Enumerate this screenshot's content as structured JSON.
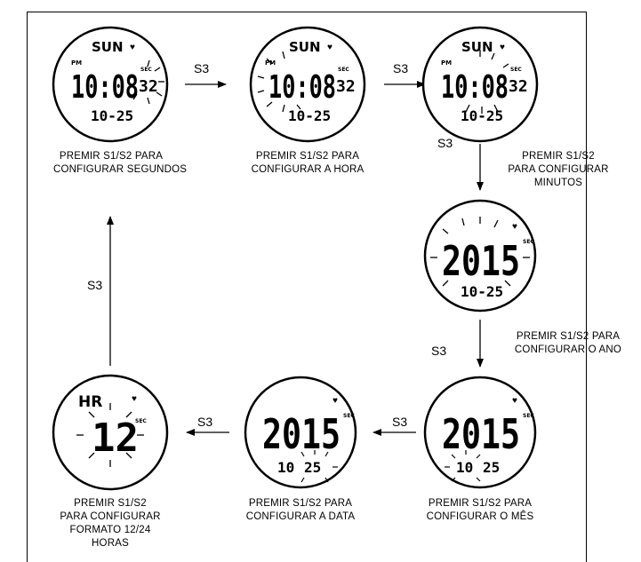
{
  "labels": {
    "s3": "S3"
  },
  "watches": {
    "w1": {
      "day": "SUN",
      "ampm": "PM",
      "time": "10:08",
      "sec_label": "SEC",
      "seconds": "32",
      "date": "10-25"
    },
    "w2": {
      "day": "SUN",
      "ampm": "PM",
      "time": "10:08",
      "sec_label": "SEC",
      "seconds": "32",
      "date": "10-25"
    },
    "w3": {
      "day": "SUN",
      "ampm": "PM",
      "time": "10:08",
      "sec_label": "SEC",
      "seconds": "32",
      "date": "10-25"
    },
    "w4": {
      "year": "2015",
      "sec_label": "SEC",
      "date": "10-25"
    },
    "w5": {
      "year": "2015",
      "sec_label": "SEC",
      "month": "10",
      "day_num": "25"
    },
    "w6": {
      "year": "2015",
      "sec_label": "SEC",
      "month": "10",
      "day_num": "25"
    },
    "w7": {
      "hr": "HR",
      "sec_label": "SEC",
      "format": "12"
    }
  },
  "captions": {
    "c1": [
      "PREMIR S1/S2 PARA",
      "CONFIGURAR SEGUNDOS"
    ],
    "c2": [
      "PREMIR S1/S2 PARA",
      "CONFIGURAR A HORA"
    ],
    "c3": [
      "PREMIR S1/S2",
      "PARA CONFIGURAR",
      "MINUTOS"
    ],
    "c4": [
      "PREMIR S1/S2 PARA",
      "CONFIGURAR O ANO"
    ],
    "c5": [
      "PREMIR S1/S2 PARA",
      "CONFIGURAR O MÊS"
    ],
    "c6": [
      "PREMIR S1/S2 PARA",
      "CONFIGURAR A DATA"
    ],
    "c7": [
      "PREMIR S1/S2",
      "PARA CONFIGURAR",
      "FORMATO 12/24",
      "HORAS"
    ]
  }
}
